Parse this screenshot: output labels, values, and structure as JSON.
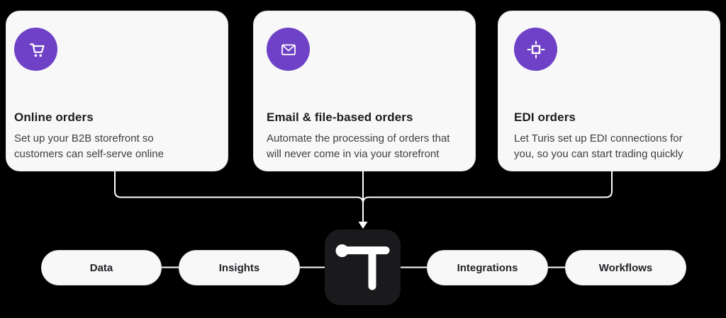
{
  "background_color": "#000000",
  "accent_purple": "#6e41c6",
  "connector_color": "#ffffff",
  "cards": [
    {
      "icon": "cart-icon",
      "title": "Online orders",
      "body": "Set up your B2B storefront so\ncustomers can self-serve online"
    },
    {
      "icon": "envelope-icon",
      "title": "Email & file-based orders",
      "body": "Automate the processing of orders that\nwill never come in via your storefront"
    },
    {
      "icon": "edi-chip-icon",
      "title": "EDI orders",
      "body": "Let Turis set up EDI connections for\nyou, so you can start trading quickly"
    }
  ],
  "pills": [
    {
      "label": "Data"
    },
    {
      "label": "Insights"
    },
    {
      "label": "Integrations"
    },
    {
      "label": "Workflows"
    }
  ],
  "logo": {
    "name": "turis-logo",
    "tile_color": "#1a1a1c",
    "mark_color": "#ffffff"
  }
}
